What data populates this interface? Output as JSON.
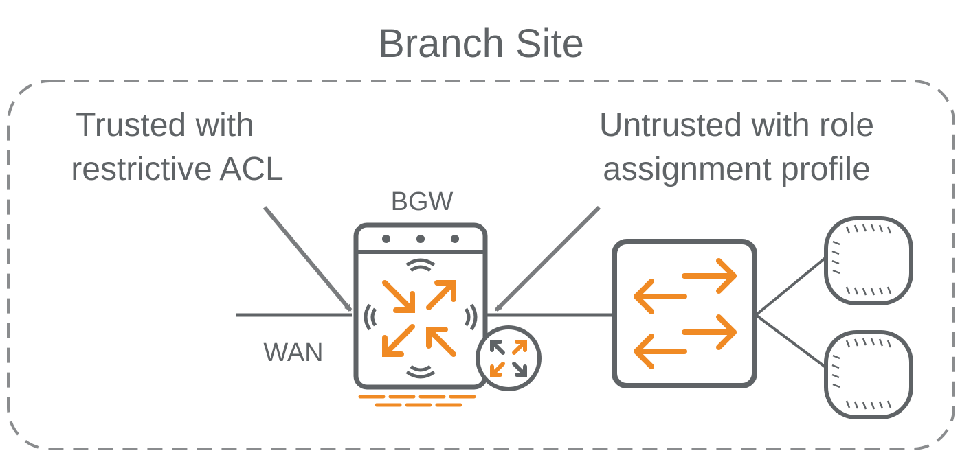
{
  "title": "Branch Site",
  "labels": {
    "trusted_line1": "Trusted with",
    "trusted_line2": "restrictive ACL",
    "untrusted_line1": "Untrusted with role",
    "untrusted_line2": "assignment profile",
    "gateway": "BGW",
    "wan": "WAN"
  },
  "colors": {
    "text": "#5f6366",
    "stroke": "#5f6366",
    "accent": "#f08a24",
    "pointer": "#7a7c7e",
    "boundary": "#8a8c8e"
  },
  "icons": {
    "gateway": "branch-gateway-icon",
    "switch": "switch-icon",
    "access_point": "access-point-icon"
  }
}
